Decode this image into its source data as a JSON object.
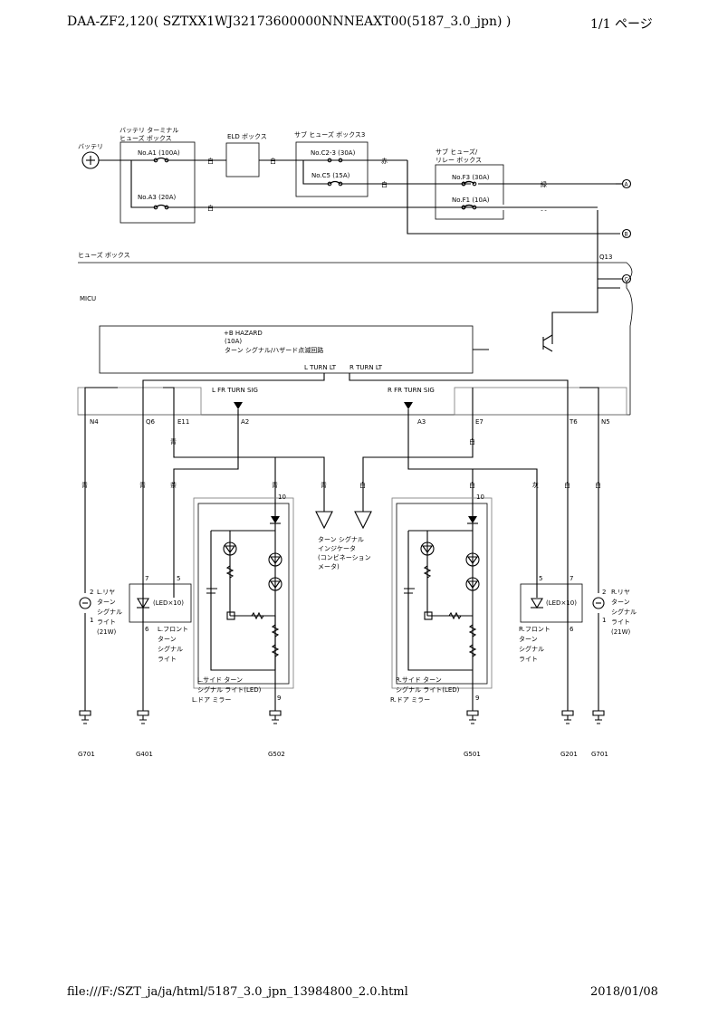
{
  "header": {
    "title": "DAA-ZF2,120( SZTXX1WJ32173600000NNNEAXT00(5187_3.0_jpn) )",
    "page": "1/1 ページ"
  },
  "footer": {
    "path": "file:///F:/SZT_ja/ja/html/5187_3.0_jpn_13984800_2.0.html",
    "date": "2018/01/08"
  },
  "labels": {
    "battery": "バッテリ",
    "bat_terminal_1": "バッテリ ターミナル",
    "bat_terminal_2": "ヒューズ ボックス",
    "fuse_a1": "No.A1 (100A)",
    "fuse_a3": "No.A3 (20A)",
    "eld": "ELD ボックス",
    "sub_fuse3": "サブ ヒューズ ボックス3",
    "fuse_c23": "No.C2-3 (30A)",
    "fuse_c5": "No.C5 (15A)",
    "sub_relay_1": "サブ ヒューズ/",
    "sub_relay_2": "リレー ボックス",
    "fuse_f3": "No.F3 (30A)",
    "fuse_f1": "No.F1 (10A)",
    "fuse_box": "ヒューズ ボックス",
    "q13": "Q13",
    "micu": "MICU",
    "hazard_1": "+B HAZARD",
    "hazard_2": "(10A)",
    "hazard_3": "ターン シグナル/ハザード点滅回路",
    "l_turn_lt": "L TURN LT",
    "r_turn_lt": "R TURN LT",
    "l_fr_turn_sig": "L FR TURN SIG",
    "r_fr_turn_sig": "R FR TURN SIG",
    "n4": "N4",
    "q6": "Q6",
    "e11": "E11",
    "a2": "A2",
    "a3": "A3",
    "e7": "E7",
    "t6": "T6",
    "n5": "N5",
    "white": "白",
    "red": "赤",
    "green": "緑",
    "yellow": "黄",
    "blue": "青",
    "brown": "茶",
    "gray": "灰",
    "conn_a": "A",
    "conn_b": "B",
    "conn_c": "C",
    "pin10": "10",
    "pin9": "9",
    "pin7": "7",
    "pin5": "5",
    "pin6": "6",
    "pin2": "2",
    "pin1": "1",
    "l_rear_1": "L.リヤ",
    "l_rear_2": "ターン",
    "l_rear_3": "シグナル",
    "l_rear_4": "ライト",
    "l_rear_5": "(21W)",
    "r_rear_1": "R.リヤ",
    "r_rear_2": "ターン",
    "r_rear_3": "シグナル",
    "r_rear_4": "ライト",
    "r_rear_5": "(21W)",
    "led_x10": "(LED×10)",
    "l_front_1": "L.フロント",
    "l_front_2": "ターン",
    "l_front_3": "シグナル",
    "l_front_4": "ライト",
    "r_front_1": "R.フロント",
    "r_front_2": "ターン",
    "r_front_3": "シグナル",
    "r_front_4": "ライト",
    "l_side_1": "L.サイド ターン",
    "l_side_2": "シグナル ライト(LED)",
    "l_side_3": "L.ドア ミラー",
    "r_side_1": "R.サイド ターン",
    "r_side_2": "シグナル ライト(LED)",
    "r_side_3": "R.ドア ミラー",
    "ind_1": "ターン シグナル",
    "ind_2": "インジケータ",
    "ind_3": "(コンビネーション",
    "ind_4": "メータ)",
    "g701": "G701",
    "g401": "G401",
    "g502": "G502",
    "g501": "G501",
    "g201": "G201"
  }
}
